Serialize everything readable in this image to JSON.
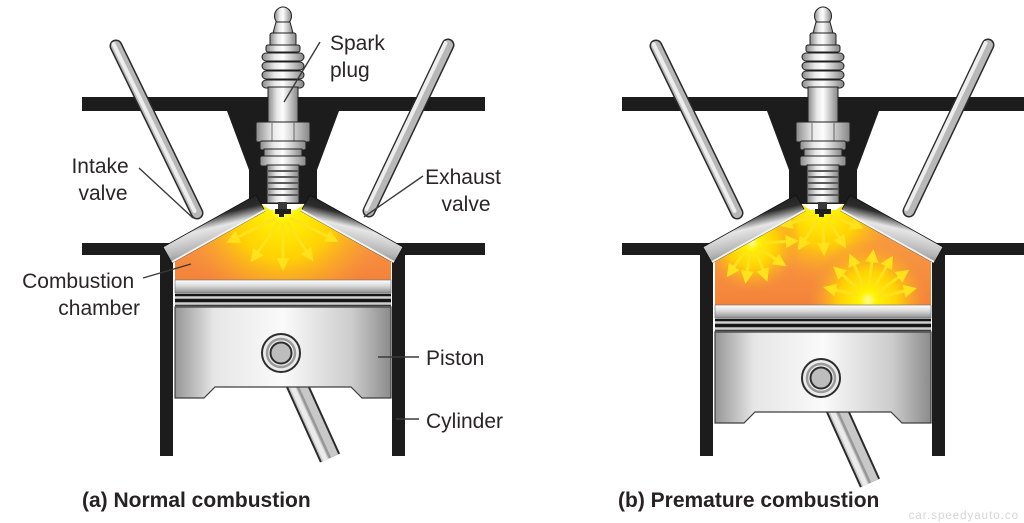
{
  "figure": {
    "panel_a": {
      "caption": "(a) Normal combustion",
      "labels": {
        "spark_plug": [
          "Spark",
          "plug"
        ],
        "intake_valve": [
          "Intake",
          "valve"
        ],
        "exhaust_valve": [
          "Exhaust",
          "valve"
        ],
        "combustion_chamber": [
          "Combustion",
          "chamber"
        ],
        "piston": "Piston",
        "cylinder": "Cylinder"
      }
    },
    "panel_b": {
      "caption": "(b) Premature combustion"
    },
    "watermark": "car.speedyauto.co",
    "colors": {
      "outline_black": "#1c1c1c",
      "chamber_orange": "#f6913c",
      "flame_arrow_yellow": "#ffe11c",
      "glow_core_yellow": "#fff200",
      "metal_silver": "#d9d9d9",
      "label_text": "#2a2526",
      "watermark_gray": "#d6d6d6"
    }
  }
}
